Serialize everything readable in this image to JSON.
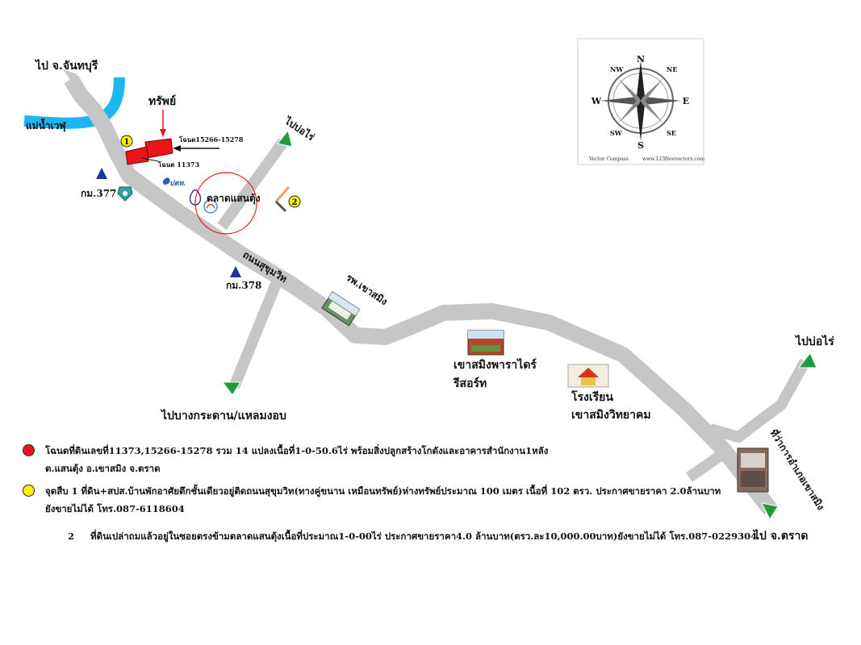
{
  "labels": {
    "to_chanthaburi": "ไป จ.จันทบุรี",
    "river": "แม่น้ำเวฬุ",
    "property": "ทรัพย์",
    "deed_15266": "โฉนด15266-15278",
    "deed_11373": "โฉนด 11373",
    "km377": "กม.377",
    "km378": "กม.378",
    "to_bo_rai_top": "ไปบ่อไร่",
    "market": "ตลาดแสนตุ้ง",
    "sukhumvit": "ถนนสุขุมวิท",
    "hospital": "รพ.เขาสมิง",
    "to_bang_kradan": "ไปบางกระดาน/แหลมงอบ",
    "resort_line1": "เขาสมิงพาราไดร์",
    "resort_line2": "รีสอร์ท",
    "school_line1": "โรงเรียน",
    "school_line2": "เขาสมิงวิทยาคม",
    "to_bo_rai_right": "ไปบ่อไร่",
    "district_office": "ที่ว่าการอำเภอเขาสมิง",
    "to_trat": "ไป จ.ตราด",
    "ptt": "ปตท.",
    "marker_1": "1",
    "marker_2": "2"
  },
  "compass": {
    "n": "N",
    "s": "S",
    "e": "E",
    "w": "W",
    "nw": "NW",
    "ne": "NE",
    "sw": "SW",
    "se": "SE",
    "caption_left": "Vector Compass",
    "caption_right": "www.123freevectors.com"
  },
  "legend": {
    "red_line1": "โฉนดที่ดินเลขที่11373,15266-15278 รวม 14 แปลงเนื้อที่1-0-50.6ไร่ พร้อมสิ่งปลูกสร้างโกดังและอาคารสำนักงาน1หลัง",
    "red_line2": "ต.แสนตุ้ง อ.เขาสมิง จ.ตราด",
    "yellow_line1": "จุดสืบ 1 ที่ดิน+สปส.บ้านพักอาศัยตึกชั้นเดียวอยู่ติดถนนสุขุมวิท(ทางคู่ขนาน เหมือนทรัพย์)ห่างทรัพย์ประมาณ 100 เมตร เนื้อที่ 102 ตรว. ประกาศขายราคา 2.0ล้านบาท",
    "yellow_line2": "ยังขายไม่ได้ โทร.087-6118604",
    "item2_num": "2",
    "item2_text": "ที่ดินเปล่าถมแล้วอยู่ในซอยตรงข้ามตลาดแสนตุ้งเนื้อที่ประมาณ1-0-00ไร่ ประกาศขายราคา4.0 ล้านบาท(ตรว.ละ10,000.00บาท)ยังขายไม่ได้ โทร.087-0229304"
  },
  "colors": {
    "road": "#c6c6c6",
    "river": "#1fb4f2",
    "property": "#e8161c",
    "marker": "#fff200",
    "arrow": "#1e9b3c",
    "km_marker": "#1c35a6"
  }
}
